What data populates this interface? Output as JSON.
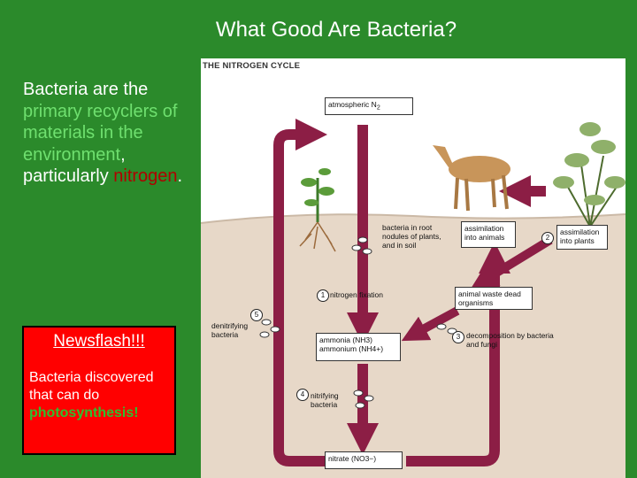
{
  "title": "What Good Are Bacteria?",
  "body": {
    "part1": "Bacteria are the ",
    "part2": "primary recyclers of materials in the environment",
    "part3": ", particularly ",
    "part4": "nitrogen",
    "part5": "."
  },
  "newsflash": {
    "heading": "Newsflash!!!",
    "text": "Bacteria discovered that can do ",
    "highlight": "photosynthesis!"
  },
  "diagram": {
    "title": "THE NITROGEN CYCLE",
    "atmospheric": "atmospheric N",
    "atmospheric_sub": "2",
    "bacteria_nodules": "bacteria in root nodules of plants, and in soil",
    "assim_animals": "assimilation into animals",
    "assim_plants": "assimilation into plants",
    "num2": "2",
    "num1": "1",
    "nitrogen_fixation": "nitrogen fixation",
    "animal_waste": "animal waste dead organisms",
    "num5": "5",
    "denitrifying": "denitrifying bacteria",
    "ammonia": "ammonia (NH3)",
    "ammonium": "ammonium (NH4+)",
    "num3": "3",
    "decomposition": "decomposition by bacteria and fungi",
    "num4": "4",
    "nitrifying": "nitrifying bacteria",
    "nitrate": "nitrate (NO3−)"
  },
  "colors": {
    "background": "#2b8a2b",
    "arrow": "#8c1e45",
    "soil": "#e7d8c8",
    "sky": "#ffffff",
    "newsbox": "#ff0000"
  }
}
